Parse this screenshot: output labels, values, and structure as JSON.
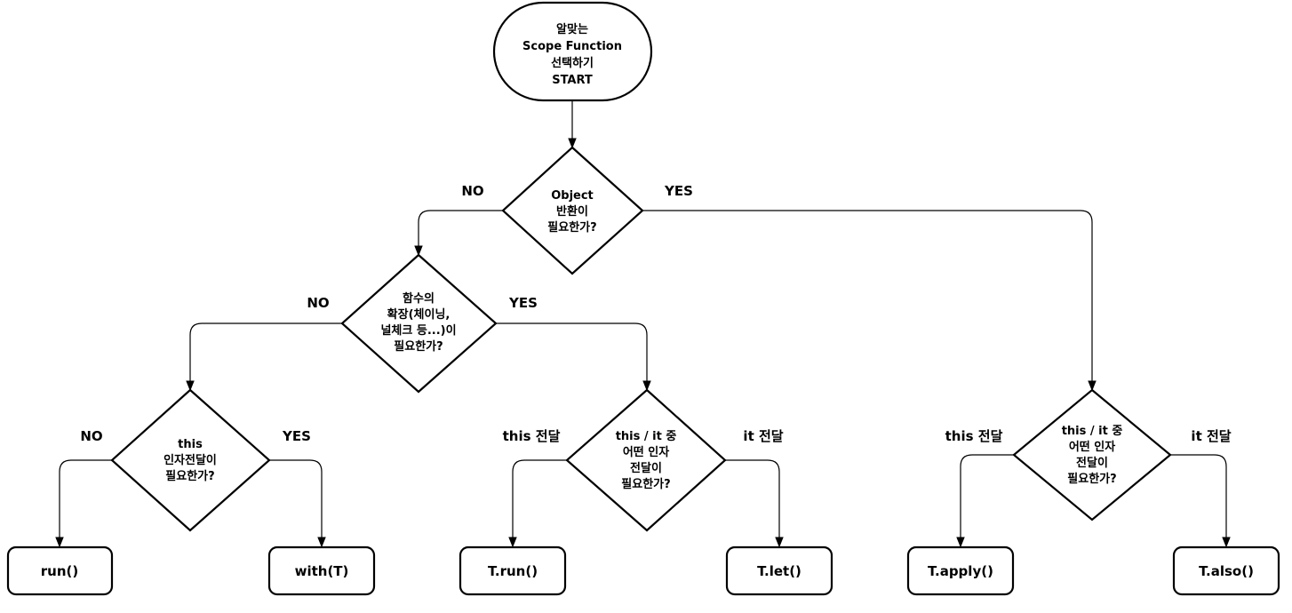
{
  "start": {
    "lines": [
      "알맞는",
      "Scope Function",
      "선택하기",
      "START"
    ]
  },
  "decisions": {
    "object_return": {
      "lines": [
        "Object",
        "반환이",
        "필요한가?"
      ]
    },
    "extension": {
      "lines": [
        "함수의",
        "확장(체이닝,",
        "널체크 등...)이",
        "필요한가?"
      ]
    },
    "this_param": {
      "lines": [
        "this",
        "인자전달이",
        "필요한가?"
      ]
    },
    "param_left": {
      "lines": [
        "this / it 중",
        "어떤 인자",
        "전달이",
        "필요한가?"
      ]
    },
    "param_right": {
      "lines": [
        "this / it 중",
        "어떤 인자",
        "전달이",
        "필요한가?"
      ]
    }
  },
  "edge_labels": {
    "object_no": "NO",
    "object_yes": "YES",
    "extension_no": "NO",
    "extension_yes": "YES",
    "this_no": "NO",
    "this_yes": "YES",
    "left_this": "this 전달",
    "left_it": "it 전달",
    "right_this": "this 전달",
    "right_it": "it 전달"
  },
  "results": {
    "run": "run()",
    "with": "with(T)",
    "t_run": "T.run()",
    "t_let": "T.let()",
    "t_apply": "T.apply()",
    "t_also": "T.also()"
  }
}
